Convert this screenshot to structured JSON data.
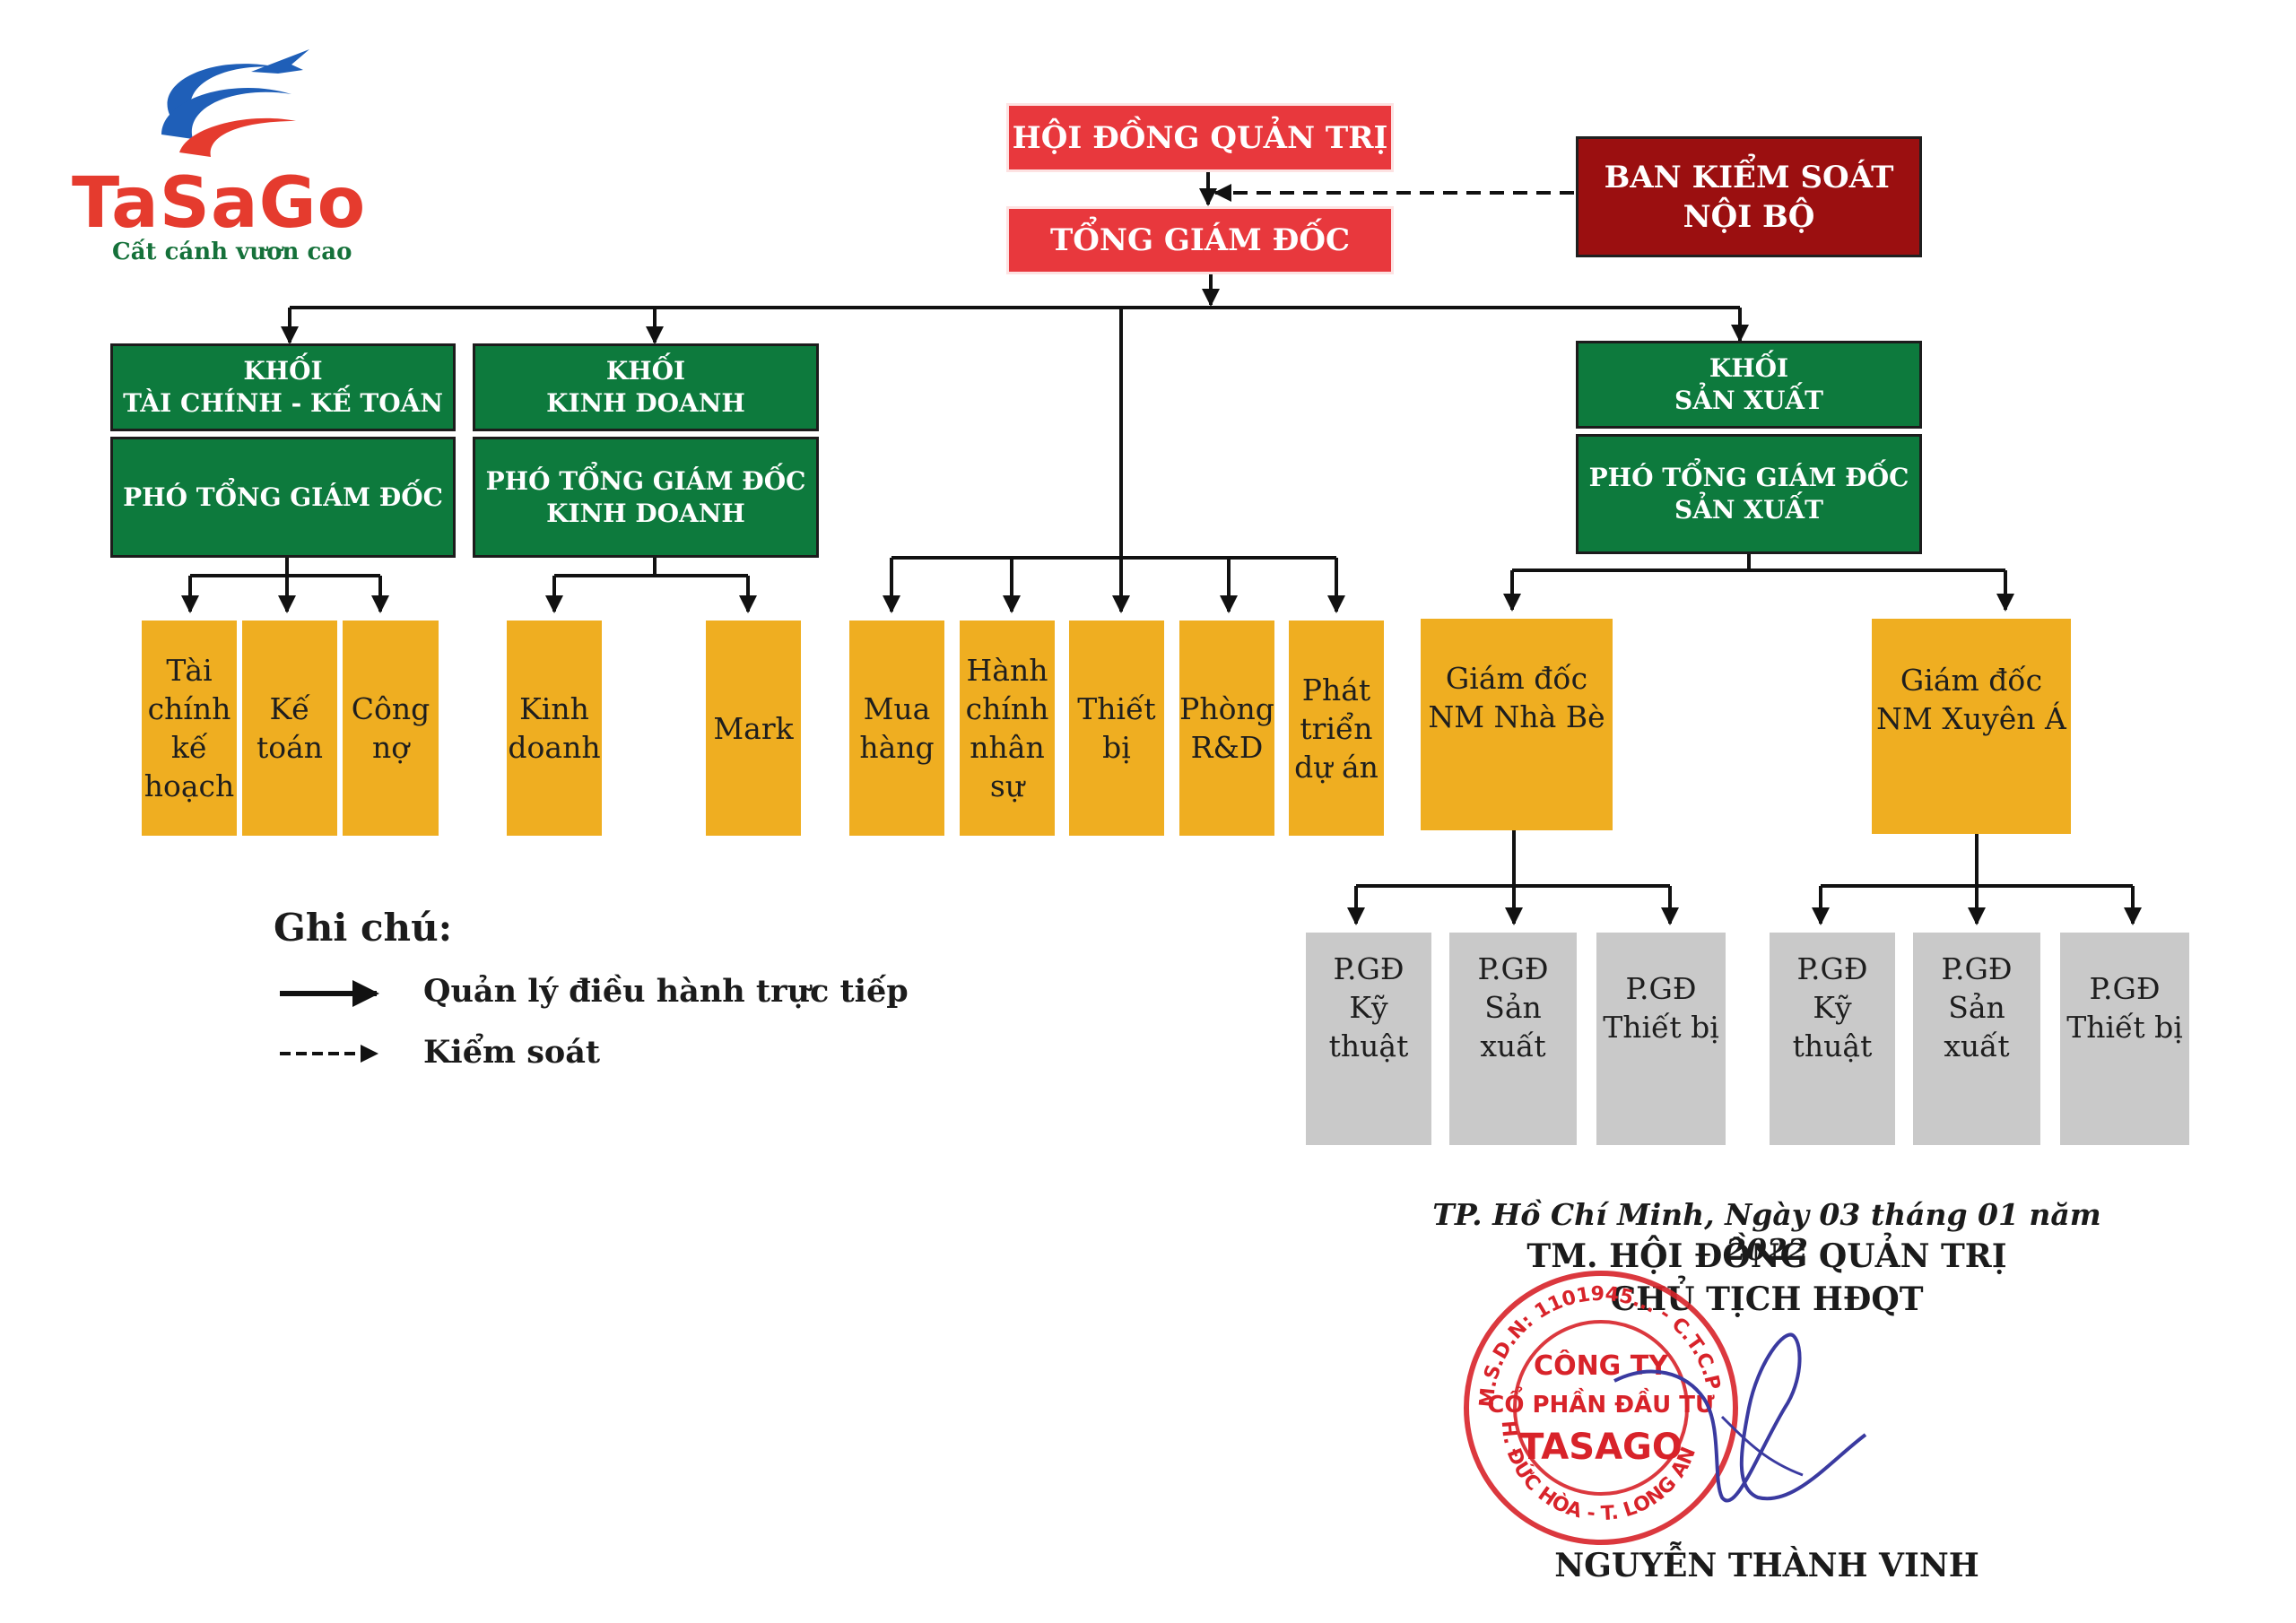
{
  "logo": {
    "brand": "TaSaGo",
    "slogan": "Cất cánh vươn cao",
    "colors": {
      "red": "#e53b2e",
      "blue": "#1f5fb8",
      "green": "#15713a"
    }
  },
  "top": {
    "board": "HỘI ĐỒNG QUẢN TRỊ",
    "ceo": "TỔNG GIÁM ĐỐC",
    "control": "BAN KIỂM SOÁT\nNỘI BỘ"
  },
  "blocks": {
    "finance": {
      "title": "KHỐI\nTÀI CHÍNH - KẾ TOÁN",
      "head": "PHÓ TỔNG GIÁM ĐỐC"
    },
    "sales": {
      "title": "KHỐI\nKINH DOANH",
      "head": "PHÓ TỔNG GIÁM ĐỐC\nKINH DOANH"
    },
    "production": {
      "title": "KHỐI\nSẢN XUẤT",
      "head": "PHÓ TỔNG GIÁM ĐỐC\nSẢN XUẤT"
    }
  },
  "departments": {
    "finance": [
      "Tài\nchính\nkế\nhoạch",
      "Kế\ntoán",
      "Công\nnợ"
    ],
    "sales": [
      "Kinh\ndoanh",
      "Mark"
    ],
    "direct": [
      "Mua\nhàng",
      "Hành\nchính\nnhân\nsự",
      "Thiết\nbị",
      "Phòng\nR&D",
      "Phát\ntriển\ndự án"
    ],
    "factories": [
      "Giám đốc\nNM Nhà Bè",
      "Giám đốc\nNM Xuyên Á"
    ]
  },
  "deputies": {
    "nhabe": [
      "P.GĐ\nKỹ thuật",
      "P.GĐ\nSản xuất",
      "P.GĐ\nThiết bị"
    ],
    "xuyena": [
      "P.GĐ\nKỹ thuật",
      "P.GĐ\nSản xuất",
      "P.GĐ\nThiết bị"
    ]
  },
  "legend": {
    "title": "Ghi chú:",
    "direct": "Quản lý điều hành trực tiếp",
    "control": "Kiểm soát"
  },
  "signature": {
    "date": "TP. Hồ Chí Minh, Ngày 03 tháng 01 năm 2022",
    "role1": "TM. HỘI ĐỒNG QUẢN TRỊ",
    "role2": "CHỦ TỊCH HĐQT",
    "name": "NGUYỄN THÀNH VINH"
  },
  "stamp": {
    "ring_top": "M.S.D.N: 1101945... - C.T.C.P",
    "ring_bottom": "H. ĐỨC HÒA - T. LONG AN",
    "line1": "CÔNG TY",
    "line2": "CỔ PHẦN ĐẦU TƯ",
    "line3": "TASAGO"
  },
  "colors": {
    "red_box": "#e8383d",
    "dark_red_box": "#9b0f10",
    "green_box": "#0d7a3d",
    "orange_box": "#efae21",
    "gray_box": "#c9c9c9"
  }
}
